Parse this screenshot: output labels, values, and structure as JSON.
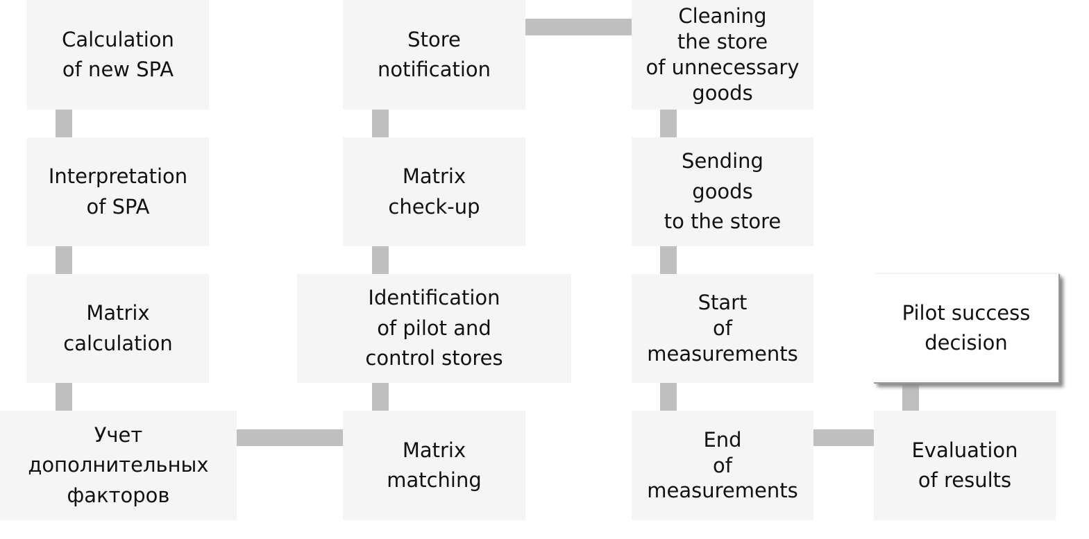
{
  "diagram": {
    "colors": {
      "box_fill": "#f5f5f5",
      "connector": "#bfbfbf",
      "text": "#111111",
      "highlight_fill": "#ffffff"
    },
    "nodes": {
      "calculation_new_spa": "Calculation\nof new SPA",
      "interpretation_spa": "Interpretation\nof SPA",
      "matrix_calculation": "Matrix\ncalculation",
      "additional_factors": "Учет\nдополнительных\nфакторов",
      "store_notification": "Store\nnotification",
      "matrix_checkup": "Matrix\ncheck-up",
      "identification_stores": "Identification\nof pilot and\ncontrol stores",
      "matrix_matching": "Matrix\nmatching",
      "cleaning_store": "Cleaning\nthe store\nof unnecessary\ngoods",
      "sending_goods": "Sending\ngoods\nto the store",
      "start_measurements": "Start\nof\nmeasurements",
      "end_measurements": "End\nof\nmeasurements",
      "evaluation_results": "Evaluation\nof results",
      "pilot_success": "Pilot success\ndecision"
    }
  }
}
